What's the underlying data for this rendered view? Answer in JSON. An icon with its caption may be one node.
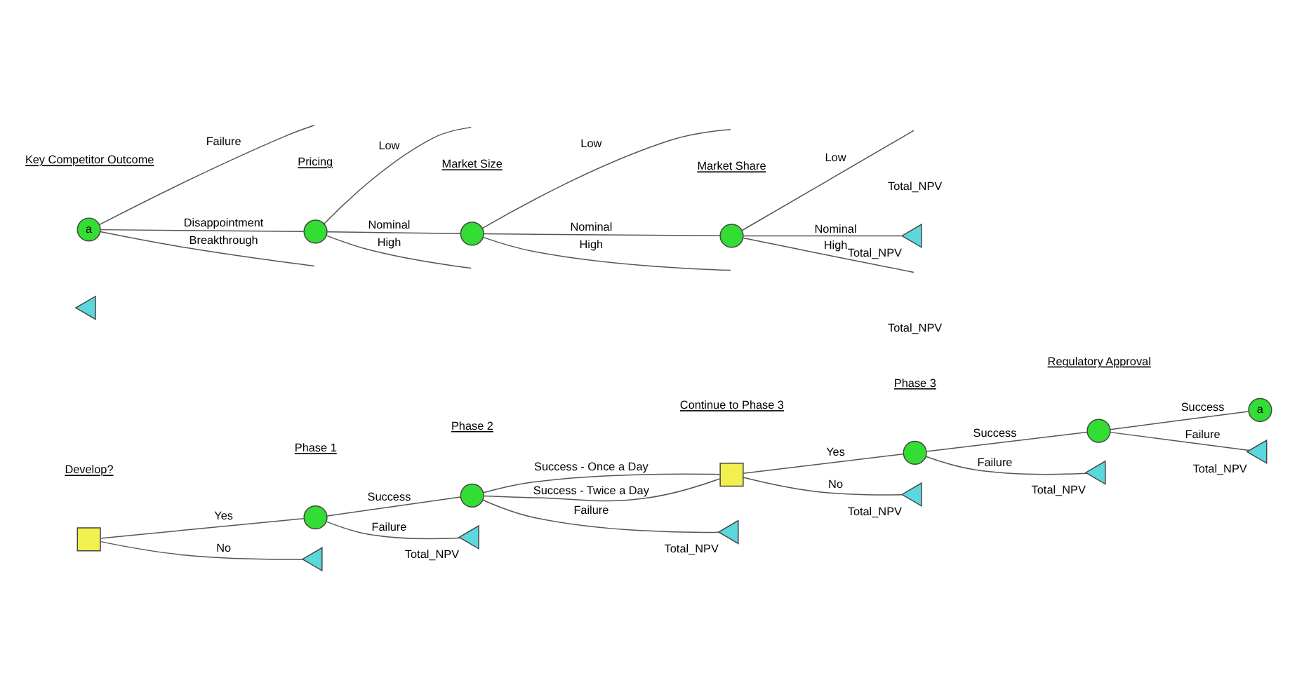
{
  "diagram": {
    "nodes": [
      {
        "text": [],
        "shape": "box"
      },
      {
        "text": [],
        "shape": "circle"
      },
      {
        "text": [],
        "shape": "triangle"
      },
      {
        "text": [],
        "shape": "circle"
      },
      {
        "text": [],
        "shape": "triangle",
        "beside": [
          "Total_NPV"
        ]
      },
      {
        "text": [],
        "shape": "triangle",
        "beside": [
          "Total_NPV"
        ]
      },
      {
        "text": [],
        "shape": "box"
      },
      {
        "text": [],
        "shape": "circle"
      },
      {
        "text": [],
        "shape": "triangle",
        "beside": [
          "Total_NPV"
        ]
      },
      {
        "text": [],
        "shape": "circle"
      },
      {
        "text": [],
        "shape": "triangle",
        "beside": [
          "Total_NPV"
        ]
      },
      {
        "text": [
          "a"
        ]
      },
      {
        "text": [],
        "shape": "triangle"
      },
      {
        "text": [],
        "shape": "triangle",
        "beside": [
          "Total_NPV"
        ]
      },
      {
        "text": [
          "a"
        ]
      },
      {
        "text": [],
        "shape": "circle"
      },
      {
        "text": [],
        "shape": "circle"
      },
      {
        "text": [],
        "shape": "circle"
      },
      {
        "text": [],
        "shape": "triangle",
        "beside": [
          "Total_NPV"
        ]
      }
    ],
    "edges": [
      {
        "from": 6,
        "to": 1,
        "arrow": "none",
        "label": "Yes"
      },
      {
        "from": 6,
        "to": 2,
        "arrow": "none",
        "label": "No"
      },
      {
        "from": 1,
        "to": 3,
        "arrow": "none",
        "label": "Success"
      },
      {
        "from": 1,
        "to": 4,
        "arrow": "none",
        "label": "Failure"
      },
      {
        "from": 3,
        "to": 0,
        "arrow": "none",
        "label": "Success - Once a Day"
      },
      {
        "from": 3,
        "to": 0,
        "arrow": "none",
        "label": "Success - Twice a Day"
      },
      {
        "from": 3,
        "to": 5,
        "arrow": "none",
        "label": "Failure"
      },
      {
        "from": 0,
        "to": 7,
        "arrow": "none",
        "label": "Yes"
      },
      {
        "from": 0,
        "to": 8,
        "arrow": "none",
        "label": "No"
      },
      {
        "from": 7,
        "to": 9,
        "arrow": "none",
        "label": "Success"
      },
      {
        "from": 7,
        "to": 10,
        "arrow": "none",
        "label": "Failure"
      },
      {
        "from": 9,
        "to": 11,
        "arrow": "none",
        "label": "Success"
      },
      {
        "from": 9,
        "to": 13,
        "arrow": "none",
        "label": "Failure"
      },
      {
        "from": 14,
        "to": null,
        "arrow": "none",
        "label": "Failure"
      },
      {
        "from": 14,
        "to": 15,
        "arrow": "none",
        "label": "Disappointment"
      },
      {
        "from": 14,
        "to": null,
        "arrow": "none",
        "label": "Breakthrough"
      },
      {
        "from": 15,
        "to": null,
        "arrow": "none",
        "label": "Low"
      },
      {
        "from": 15,
        "to": 16,
        "arrow": "none",
        "label": "Nominal"
      },
      {
        "from": 15,
        "to": null,
        "arrow": "none",
        "label": "High"
      },
      {
        "from": 16,
        "to": null,
        "arrow": "none",
        "label": "Low"
      },
      {
        "from": 16,
        "to": 17,
        "arrow": "none",
        "label": "Nominal"
      },
      {
        "from": 16,
        "to": null,
        "arrow": "none",
        "label": "High"
      },
      {
        "from": 17,
        "to": null,
        "arrow": "none",
        "label": "Low"
      },
      {
        "from": 17,
        "to": 18,
        "arrow": "none",
        "label": "Nominal"
      },
      {
        "from": 17,
        "to": null,
        "arrow": "none",
        "label": "High"
      }
    ],
    "labels": [
      "Regulatory Approval",
      "Phase 3",
      "Phase 2",
      "Continue to Phase 3",
      "Phase 1",
      "Develop?",
      "Key Competitor Outcome",
      "Pricing",
      "Market Size",
      "Market Share",
      "Total_NPV",
      "Total_NPV"
    ]
  }
}
